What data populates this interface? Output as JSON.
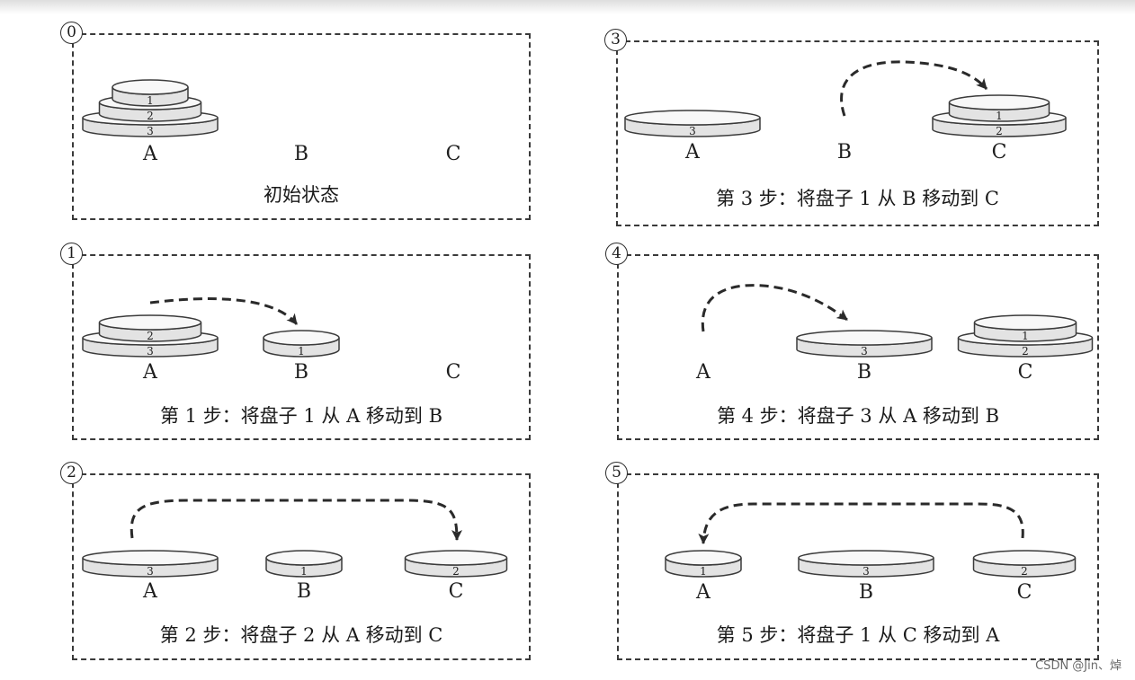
{
  "figure": {
    "panels": [
      {
        "step": "0",
        "caption": "初始状态",
        "pegs": [
          {
            "label": "A",
            "disks": [
              "3",
              "2",
              "1"
            ]
          },
          {
            "label": "B",
            "disks": []
          },
          {
            "label": "C",
            "disks": []
          }
        ],
        "arrow": null
      },
      {
        "step": "1",
        "caption": "第 1 步：将盘子 1 从 A 移动到 B",
        "pegs": [
          {
            "label": "A",
            "disks": [
              "3",
              "2"
            ]
          },
          {
            "label": "B",
            "disks": [
              "1"
            ]
          },
          {
            "label": "C",
            "disks": []
          }
        ],
        "arrow": {
          "from": "A",
          "to": "B"
        }
      },
      {
        "step": "2",
        "caption": "第 2 步：将盘子 2 从 A 移动到 C",
        "pegs": [
          {
            "label": "A",
            "disks": [
              "3"
            ]
          },
          {
            "label": "B",
            "disks": [
              "1"
            ]
          },
          {
            "label": "C",
            "disks": [
              "2"
            ]
          }
        ],
        "arrow": {
          "from": "A",
          "to": "C"
        }
      },
      {
        "step": "3",
        "caption": "第 3 步：将盘子 1 从 B 移动到 C",
        "pegs": [
          {
            "label": "A",
            "disks": [
              "3"
            ]
          },
          {
            "label": "B",
            "disks": []
          },
          {
            "label": "C",
            "disks": [
              "2",
              "1"
            ]
          }
        ],
        "arrow": {
          "from": "B",
          "to": "C"
        }
      },
      {
        "step": "4",
        "caption": "第 4 步：将盘子 3 从 A 移动到 B",
        "pegs": [
          {
            "label": "A",
            "disks": []
          },
          {
            "label": "B",
            "disks": [
              "3"
            ]
          },
          {
            "label": "C",
            "disks": [
              "2",
              "1"
            ]
          }
        ],
        "arrow": {
          "from": "A",
          "to": "B"
        }
      },
      {
        "step": "5",
        "caption": "第 5 步：将盘子 1 从 C 移动到 A",
        "pegs": [
          {
            "label": "A",
            "disks": [
              "1"
            ]
          },
          {
            "label": "B",
            "disks": [
              "3"
            ]
          },
          {
            "label": "C",
            "disks": [
              "2"
            ]
          }
        ],
        "arrow": {
          "from": "C",
          "to": "A"
        }
      }
    ]
  },
  "watermark": "CSDN @Jin、焯"
}
